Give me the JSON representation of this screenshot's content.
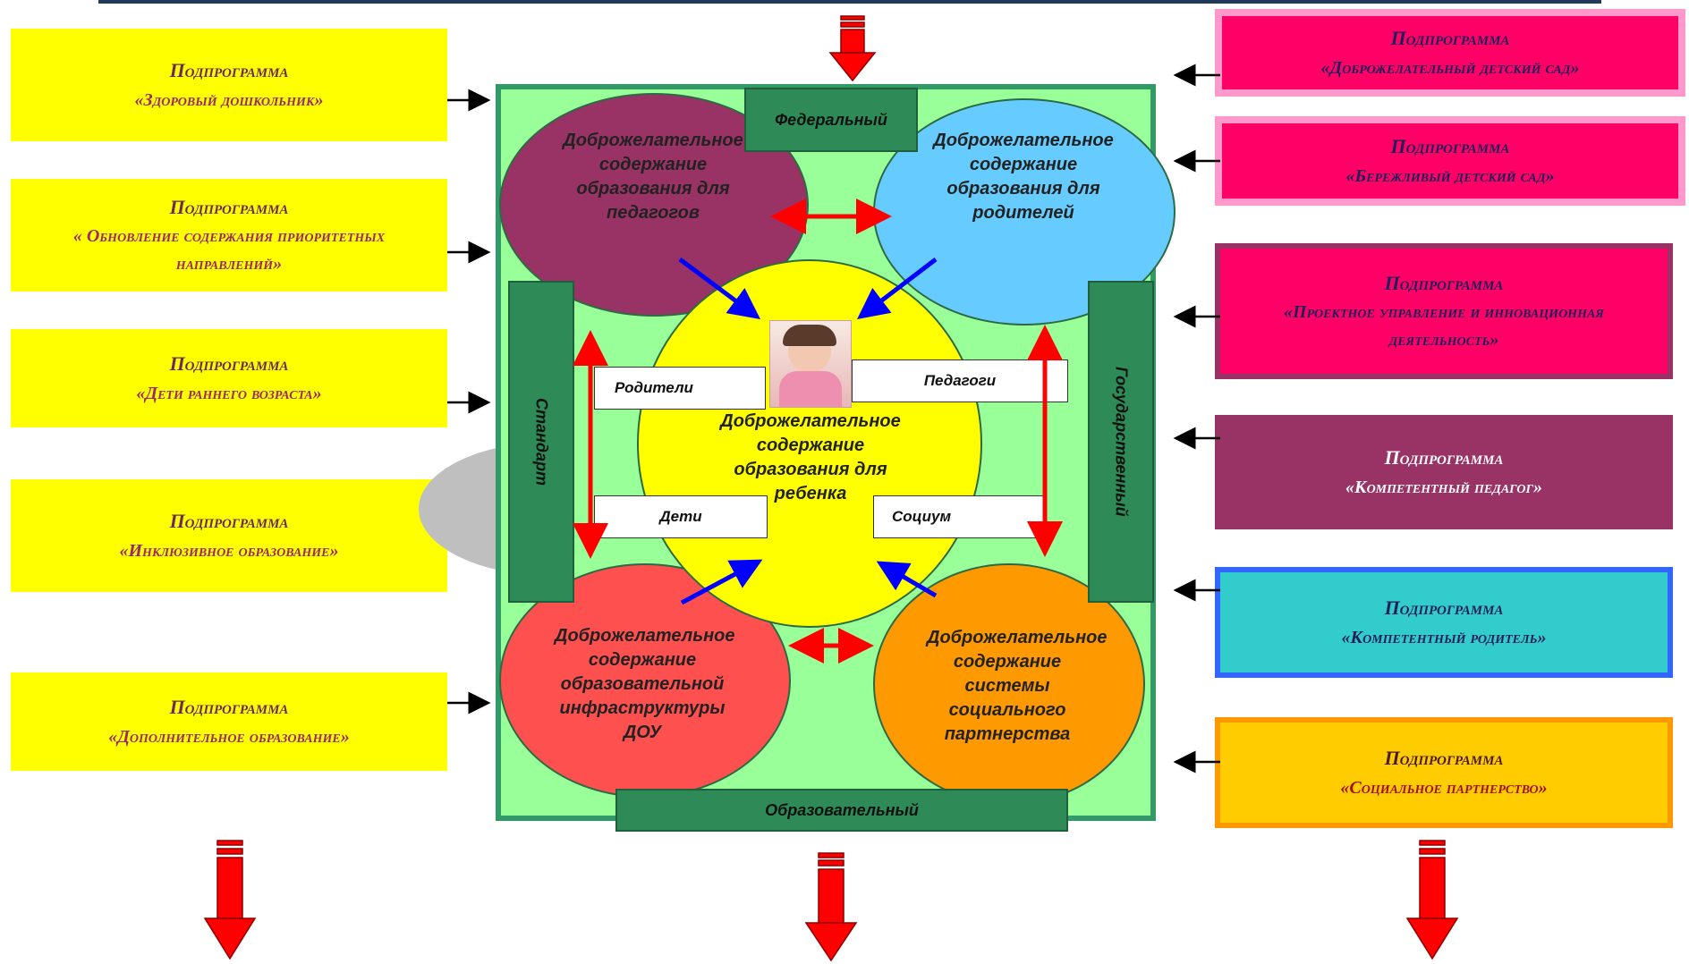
{
  "program_title": "Подпрограмма",
  "left_programs": [
    {
      "name": "«Здоровый дошкольник»"
    },
    {
      "name": "« Обновление содержания приоритетных направлений»"
    },
    {
      "name": "«Дети раннего возраста»"
    },
    {
      "name": "«Инклюзивное образование»"
    },
    {
      "name": "«Дополнительное образование»"
    }
  ],
  "right_programs": [
    {
      "name": "«Доброжелательный детский сад»"
    },
    {
      "name": "«Бережливый детский сад»"
    },
    {
      "name": "«Проектное управление и инновационная деятельность»"
    },
    {
      "name": "«Компетентный педагог»"
    },
    {
      "name": "«Компетентный родитель»"
    },
    {
      "name": "«Социальное партнерство»"
    }
  ],
  "levels": {
    "top": "Федеральный",
    "left": "Стандарт",
    "right": "Государственный",
    "bottom": "Образовательный"
  },
  "circles": {
    "teachers": "Доброжелательное содержание образования для педагогов",
    "parents": "Доброжелательное содержание образования для родителей",
    "child": "Доброжелательное содержание образования для ребенка",
    "infrastructure": "Доброжелательное содержание образовательной инфраструктуры ДОУ",
    "partnership": "Доброжелательное содержание системы социального партнерства"
  },
  "participants": {
    "parents": "Родители",
    "teachers": "Педагоги",
    "children": "Дети",
    "society": "Социум"
  },
  "colors": {
    "left_program_bg": "#ffff00",
    "frame_bg": "#99ff99",
    "frame_border": "#339966",
    "teachers_circle": "#993366",
    "parents_circle": "#66ccff",
    "child_circle": "#ffff00",
    "infrastructure_circle": "#ff5050",
    "partnership_circle": "#ff9900",
    "arrow_red": "#ff0000",
    "arrow_blue": "#0000ff"
  }
}
